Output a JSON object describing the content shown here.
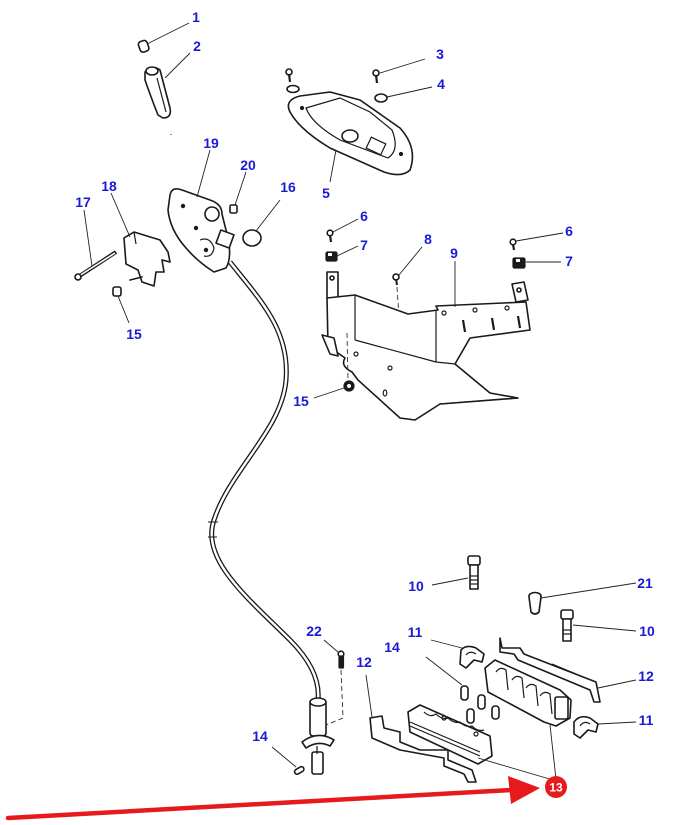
{
  "diagram": {
    "type": "exploded-parts-view",
    "subject": "gear shift lever, cable and mounting bracket assembly",
    "colors": {
      "callout": "#1a1ad4",
      "linework": "#1a1a1a",
      "highlight": "#e8191c",
      "background": "#ffffff"
    },
    "callouts": [
      {
        "id": "c1",
        "label": "1",
        "part": "pin"
      },
      {
        "id": "c2",
        "label": "2",
        "part": "lever knob"
      },
      {
        "id": "c3",
        "label": "3",
        "part": "screw"
      },
      {
        "id": "c4",
        "label": "4",
        "part": "washer"
      },
      {
        "id": "c5",
        "label": "5",
        "part": "shift console cover"
      },
      {
        "id": "c6a",
        "label": "6",
        "part": "screw"
      },
      {
        "id": "c7a",
        "label": "7",
        "part": "clip nut"
      },
      {
        "id": "c6b",
        "label": "6",
        "part": "screw"
      },
      {
        "id": "c7b",
        "label": "7",
        "part": "clip nut"
      },
      {
        "id": "c8",
        "label": "8",
        "part": "bolt"
      },
      {
        "id": "c9",
        "label": "9",
        "part": "mounting bracket"
      },
      {
        "id": "c15a",
        "label": "15",
        "part": "nut"
      },
      {
        "id": "c15b",
        "label": "15",
        "part": "nut"
      },
      {
        "id": "c16",
        "label": "16",
        "part": "cap"
      },
      {
        "id": "c17",
        "label": "17",
        "part": "bolt"
      },
      {
        "id": "c18",
        "label": "18",
        "part": "bracket"
      },
      {
        "id": "c19",
        "label": "19",
        "part": "shift lever assembly"
      },
      {
        "id": "c20",
        "label": "20",
        "part": "nut"
      },
      {
        "id": "c22",
        "label": "22",
        "part": "bolt"
      },
      {
        "id": "c14a",
        "label": "14",
        "part": "pin"
      },
      {
        "id": "c14b",
        "label": "14",
        "part": "pins"
      },
      {
        "id": "c10a",
        "label": "10",
        "part": "bolt"
      },
      {
        "id": "c10b",
        "label": "10",
        "part": "bolt"
      },
      {
        "id": "c21",
        "label": "21",
        "part": "spacer"
      },
      {
        "id": "c11a",
        "label": "11",
        "part": "clamp"
      },
      {
        "id": "c11b",
        "label": "11",
        "part": "clamp"
      },
      {
        "id": "c12a",
        "label": "12",
        "part": "clamp plate"
      },
      {
        "id": "c12b",
        "label": "12",
        "part": "clamp plate"
      }
    ],
    "highlighted": {
      "label": "13",
      "part": "cable clamp block (upper and lower halves)",
      "indicator": "red-arrow"
    }
  }
}
